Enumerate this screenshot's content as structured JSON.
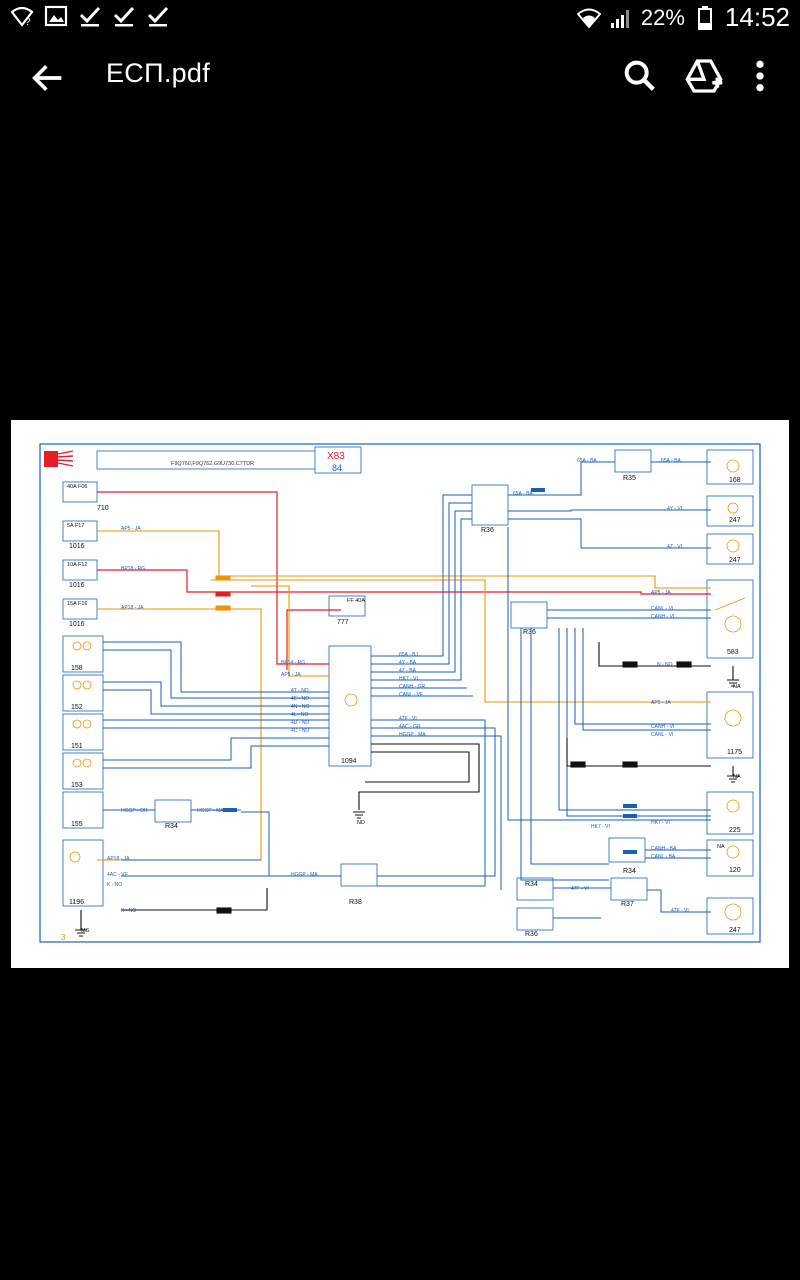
{
  "status_bar": {
    "battery_percent": "22%",
    "time": "14:52",
    "icons": [
      "wifi-question-icon",
      "gallery-icon",
      "check-icon",
      "check-icon",
      "check-icon",
      "wifi-icon",
      "signal-icon",
      "battery-icon"
    ]
  },
  "app_bar": {
    "title": "ЕСП.pdf",
    "back_icon": "arrow-back-icon",
    "actions": [
      "search-icon",
      "drive-add-icon",
      "more-vert-icon"
    ]
  },
  "document": {
    "header_code": "X83",
    "header_sub": "84",
    "header_caption": "F9Q760,F9Q762,G9U730,C7TDR",
    "page_footer": "3",
    "components": [
      "710",
      "1016",
      "1016",
      "1016",
      "777",
      "158",
      "152",
      "151",
      "153",
      "155",
      "1196",
      "1094",
      "R36",
      "R35",
      "168",
      "247",
      "247",
      "583",
      "1175",
      "225",
      "120",
      "247"
    ],
    "connectors": [
      "R36",
      "R35",
      "R34",
      "R37",
      "R38",
      "R36"
    ],
    "wire_labels": [
      "AP5",
      "AP18",
      "BP18",
      "BP14",
      "65A",
      "4T",
      "4E",
      "4N",
      "4L",
      "4D",
      "4C",
      "4J",
      "HK7",
      "CANH",
      "CANL",
      "47F",
      "HGGP",
      "NA"
    ],
    "colors": {
      "red": "#e31e24",
      "orange": "#f39200",
      "blue": "#1a5fb4",
      "black": "#111111",
      "navy_frame": "#1565c0"
    }
  }
}
